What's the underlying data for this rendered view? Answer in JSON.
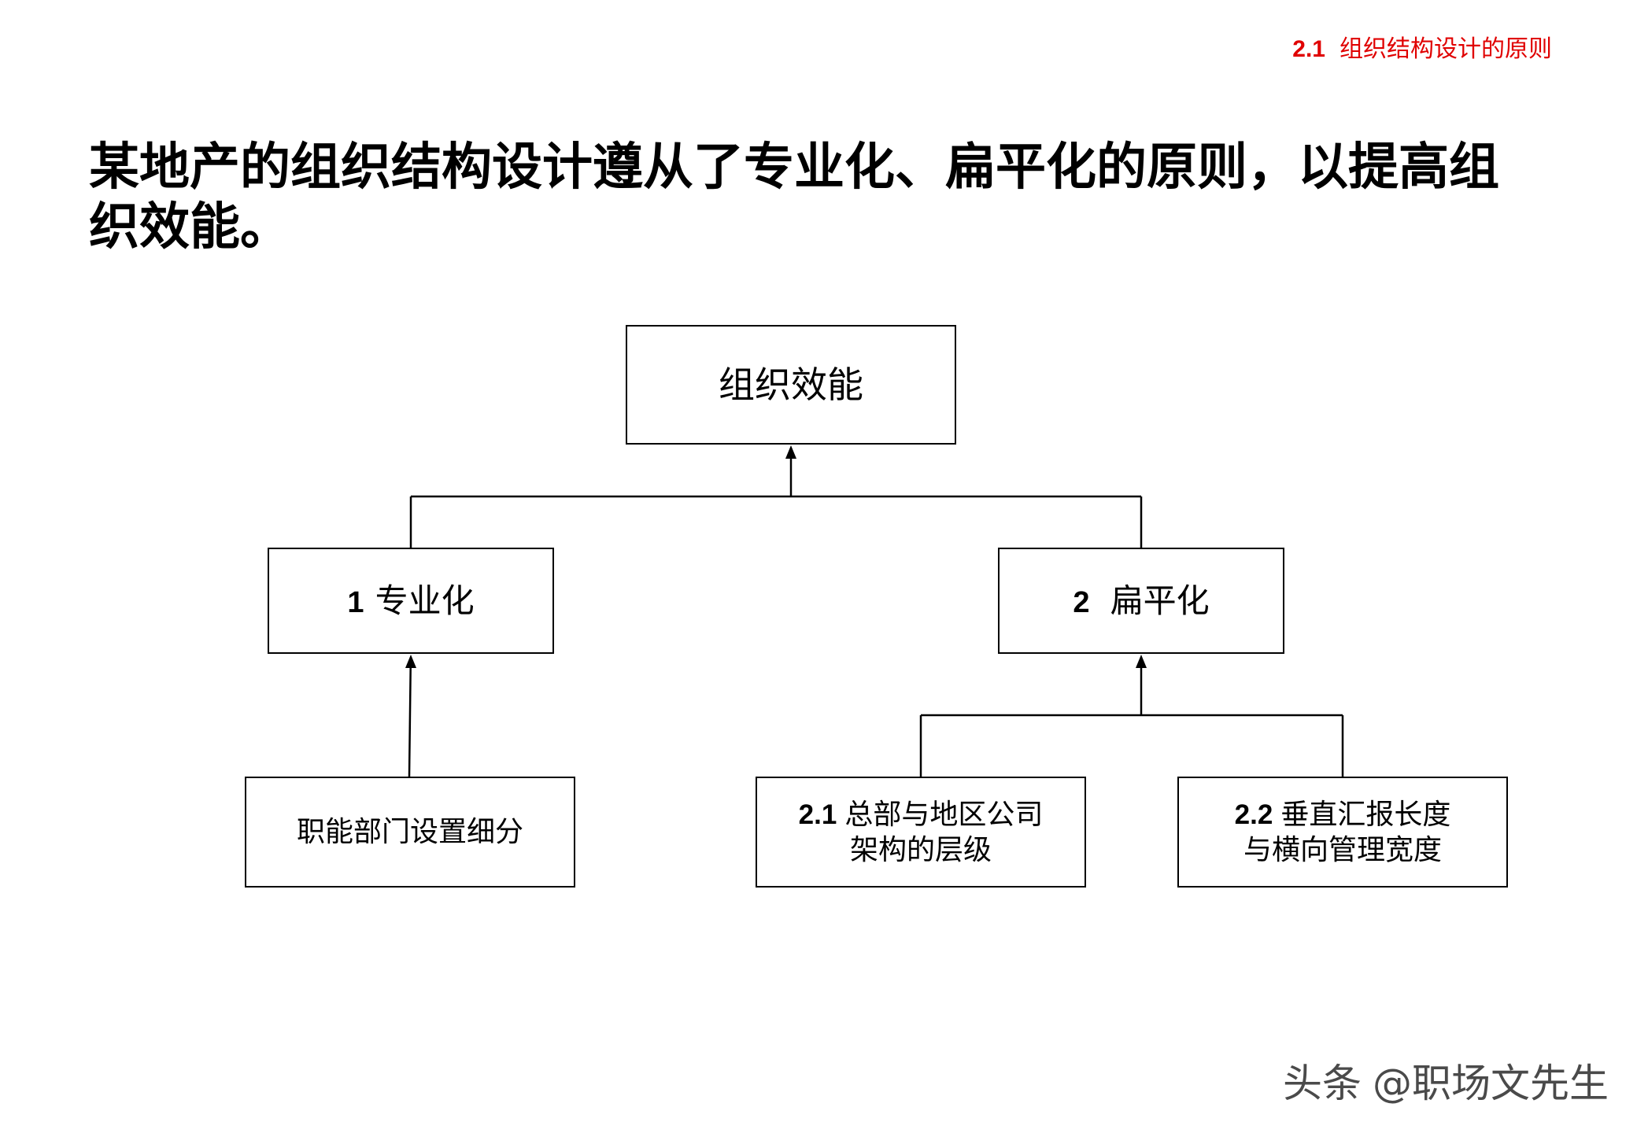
{
  "header": {
    "section_number": "2.1",
    "section_title": "组织结构设计的原则"
  },
  "title": "某地产的组织结构设计遵从了专业化、扁平化的原则，以提高组织效能。",
  "diagram": {
    "root": {
      "label": "组织效能"
    },
    "branches": [
      {
        "number": "1",
        "label": "专业化"
      },
      {
        "number": "2",
        "label": "扁平化"
      }
    ],
    "leaves": [
      {
        "lines": [
          "职能部门设置细分"
        ]
      },
      {
        "number": "2.1",
        "lines": [
          "总部与地区公司",
          "架构的层级"
        ]
      },
      {
        "number": "2.2",
        "lines": [
          "垂直汇报长度",
          "与横向管理宽度"
        ]
      }
    ]
  },
  "watermark": {
    "platform": "头条",
    "account": "@职场文先生"
  },
  "colors": {
    "accent": "#e00000",
    "text": "#000000",
    "line": "#000000"
  }
}
